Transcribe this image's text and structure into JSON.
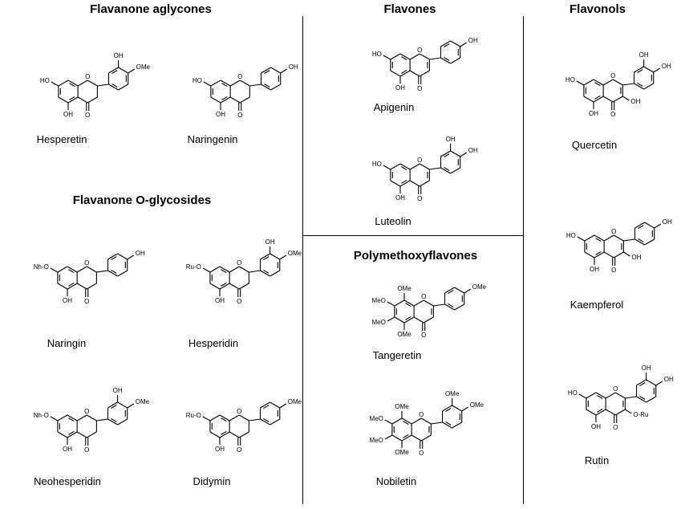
{
  "sections": {
    "flavanone_aglycones": "Flavanone aglycones",
    "flavanone_o_glycosides": "Flavanone O-glycosides",
    "flavones": "Flavones",
    "polymethoxyflavones": "Polymethoxyflavones",
    "flavonols": "Flavonols"
  },
  "compounds": {
    "hesperetin": "Hesperetin",
    "naringenin": "Naringenin",
    "naringin": "Naringin",
    "hesperidin": "Hesperidin",
    "neohesperidin": "Neohesperidin",
    "didymin": "Didymin",
    "apigenin": "Apigenin",
    "luteolin": "Luteolin",
    "tangeretin": "Tangeretin",
    "nobiletin": "Nobiletin",
    "quercetin": "Quercetin",
    "kaempferol": "Kaempferol",
    "rutin": "Rutin"
  },
  "atoms": {
    "O": "O",
    "OH": "OH",
    "HO": "HO",
    "OMe": "OMe",
    "MeO": "MeO",
    "Nh_O": "Nh-O",
    "Ru_O": "Ru-O",
    "O_Ru": "O-Ru"
  },
  "structures": {
    "hesperetin": {
      "type": "flavanone",
      "r7": "HO",
      "r3p": "OH",
      "r4p": "OMe"
    },
    "naringenin": {
      "type": "flavanone",
      "r7": "HO",
      "r4p": "OH"
    },
    "naringin": {
      "type": "flavanone",
      "r7": "Nh-O",
      "r4p": "OH"
    },
    "hesperidin": {
      "type": "flavanone",
      "r7": "Ru-O",
      "r3p": "OH",
      "r4p": "OMe"
    },
    "neohesperidin": {
      "type": "flavanone",
      "r7": "Nh-O",
      "r3p": "OH",
      "r4p": "OMe"
    },
    "didymin": {
      "type": "flavanone",
      "r7": "Ru-O",
      "r4p": "OMe"
    },
    "apigenin": {
      "type": "flavone",
      "r7": "HO",
      "r4p": "OH"
    },
    "luteolin": {
      "type": "flavone",
      "r7": "HO",
      "r3p": "OH",
      "r4p": "OH"
    },
    "tangeretin": {
      "type": "flavone",
      "r5": "OMe",
      "r6": "MeO",
      "r7": "MeO",
      "r8": "OMe",
      "r4p": "OMe"
    },
    "nobiletin": {
      "type": "flavone",
      "r5": "OMe",
      "r6": "MeO",
      "r7": "MeO",
      "r8": "OMe",
      "r3p": "OMe",
      "r4p": "OMe"
    },
    "quercetin": {
      "type": "flavonol",
      "r7": "HO",
      "r3": "OH",
      "r3p": "OH",
      "r4p": "OH"
    },
    "kaempferol": {
      "type": "flavonol",
      "r7": "HO",
      "r3": "OH",
      "r4p": "OH"
    },
    "rutin": {
      "type": "flavonol",
      "r7": "HO",
      "r3": "O-Ru",
      "r3p": "OH",
      "r4p": "OH"
    }
  }
}
